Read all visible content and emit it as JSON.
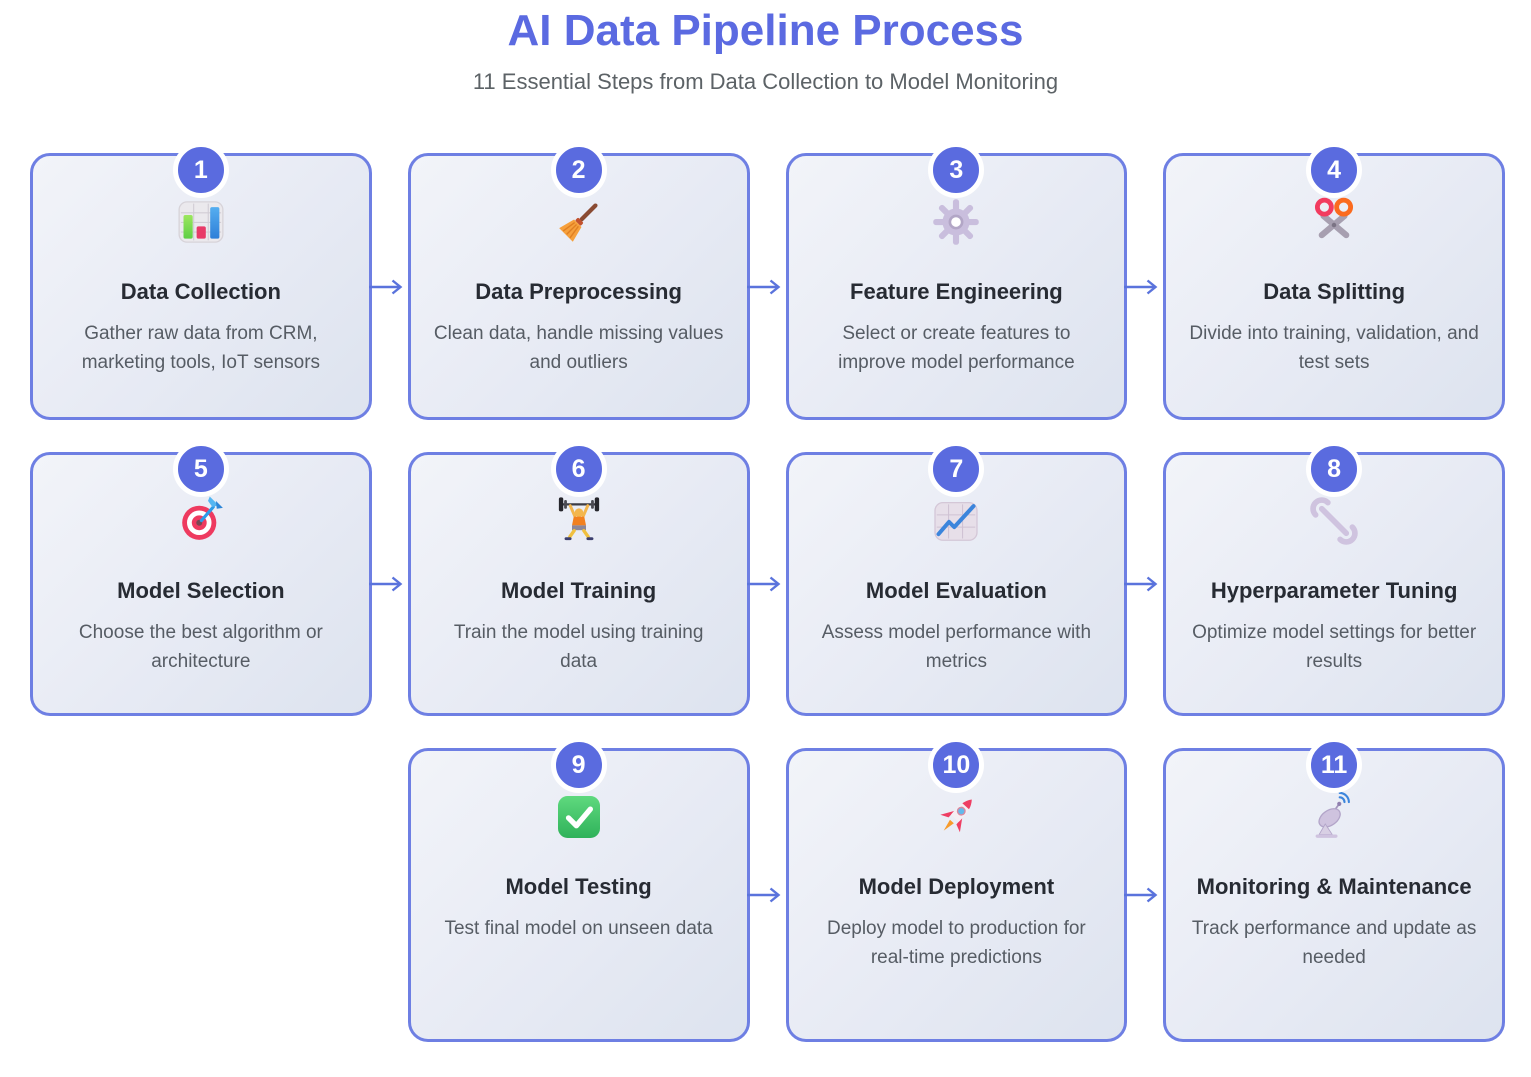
{
  "header": {
    "title": "AI Data Pipeline Process",
    "subtitle": "11 Essential Steps from Data Collection to Model Monitoring"
  },
  "colors": {
    "accent_title": "#5b6ae1",
    "subtitle_text": "#5c6266",
    "card_border": "#6e7fe3",
    "badge_fill": "#5a6bdf",
    "arrow": "#5a73dc",
    "step_title_text": "#272b33",
    "step_desc_text": "#565c64"
  },
  "steps": [
    {
      "number": "1",
      "icon": "bar-chart-icon",
      "title": "Data Collection",
      "description": "Gather raw data from CRM, marketing tools, IoT sensors",
      "row": 1,
      "col": 1,
      "arrow_to_next": true
    },
    {
      "number": "2",
      "icon": "broom-icon",
      "title": "Data Preprocessing",
      "description": "Clean data, handle missing values and outliers",
      "row": 1,
      "col": 2,
      "arrow_to_next": true
    },
    {
      "number": "3",
      "icon": "gear-icon",
      "title": "Feature Engineering",
      "description": "Select or create features to improve model performance",
      "row": 1,
      "col": 3,
      "arrow_to_next": true
    },
    {
      "number": "4",
      "icon": "scissors-icon",
      "title": "Data Splitting",
      "description": "Divide into training, validation, and test sets",
      "row": 1,
      "col": 4,
      "arrow_to_next": false
    },
    {
      "number": "5",
      "icon": "target-icon",
      "title": "Model Selection",
      "description": "Choose the best algorithm or architecture",
      "row": 2,
      "col": 1,
      "arrow_to_next": true
    },
    {
      "number": "6",
      "icon": "weightlifter-icon",
      "title": "Model Training",
      "description": "Train the model using training data",
      "row": 2,
      "col": 2,
      "arrow_to_next": true
    },
    {
      "number": "7",
      "icon": "chart-increasing-icon",
      "title": "Model Evaluation",
      "description": "Assess model performance with metrics",
      "row": 2,
      "col": 3,
      "arrow_to_next": true
    },
    {
      "number": "8",
      "icon": "wrench-icon",
      "title": "Hyperparameter Tuning",
      "description": "Optimize model settings for better results",
      "row": 2,
      "col": 4,
      "arrow_to_next": false
    },
    {
      "number": "9",
      "icon": "check-mark-icon",
      "title": "Model Testing",
      "description": "Test final model on unseen data",
      "row": 3,
      "col": 2,
      "arrow_to_next": true
    },
    {
      "number": "10",
      "icon": "rocket-icon",
      "title": "Model Deployment",
      "description": "Deploy model to production for real-time predictions",
      "row": 3,
      "col": 3,
      "arrow_to_next": true
    },
    {
      "number": "11",
      "icon": "satellite-antenna-icon",
      "title": "Monitoring & Maintenance",
      "description": "Track performance and update as needed",
      "row": 3,
      "col": 4,
      "arrow_to_next": false
    }
  ]
}
